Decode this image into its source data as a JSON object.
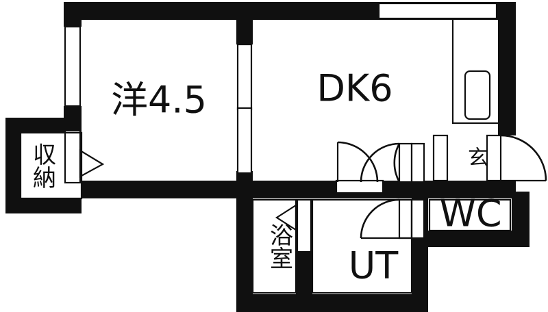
{
  "plan": {
    "title": "Japanese apartment floor plan",
    "wall_color": "#101010",
    "room_fill": "#ffffff",
    "background": "#ffffff"
  },
  "rooms": [
    {
      "id": "washitsu",
      "label": "洋4.5",
      "kind": "western-room",
      "size_tatami": "4.5"
    },
    {
      "id": "dk",
      "label": "DK6",
      "kind": "dining-kitchen",
      "size_tatami": "6"
    },
    {
      "id": "closet",
      "label": "収納",
      "kind": "storage-closet"
    },
    {
      "id": "bath",
      "label": "浴室",
      "kind": "bathroom"
    },
    {
      "id": "ut",
      "label": "UT",
      "kind": "utility-room"
    },
    {
      "id": "wc",
      "label": "WC",
      "kind": "toilet"
    },
    {
      "id": "genkan",
      "label": "玄",
      "kind": "entrance"
    }
  ],
  "fixtures": [
    {
      "id": "shoe-box",
      "kind": "rounded-rect-fixture"
    }
  ],
  "openings": [
    {
      "id": "window-left",
      "kind": "window"
    },
    {
      "id": "window-top-right",
      "kind": "window"
    },
    {
      "id": "sliding-door-center",
      "kind": "sliding-door"
    },
    {
      "id": "closet-door",
      "kind": "folding-door"
    },
    {
      "id": "bath-door",
      "kind": "folding-door"
    },
    {
      "id": "dk-door",
      "kind": "hinged-door"
    },
    {
      "id": "hall-door",
      "kind": "hinged-door"
    },
    {
      "id": "ut-door",
      "kind": "hinged-door"
    },
    {
      "id": "entrance-door",
      "kind": "hinged-door"
    }
  ]
}
